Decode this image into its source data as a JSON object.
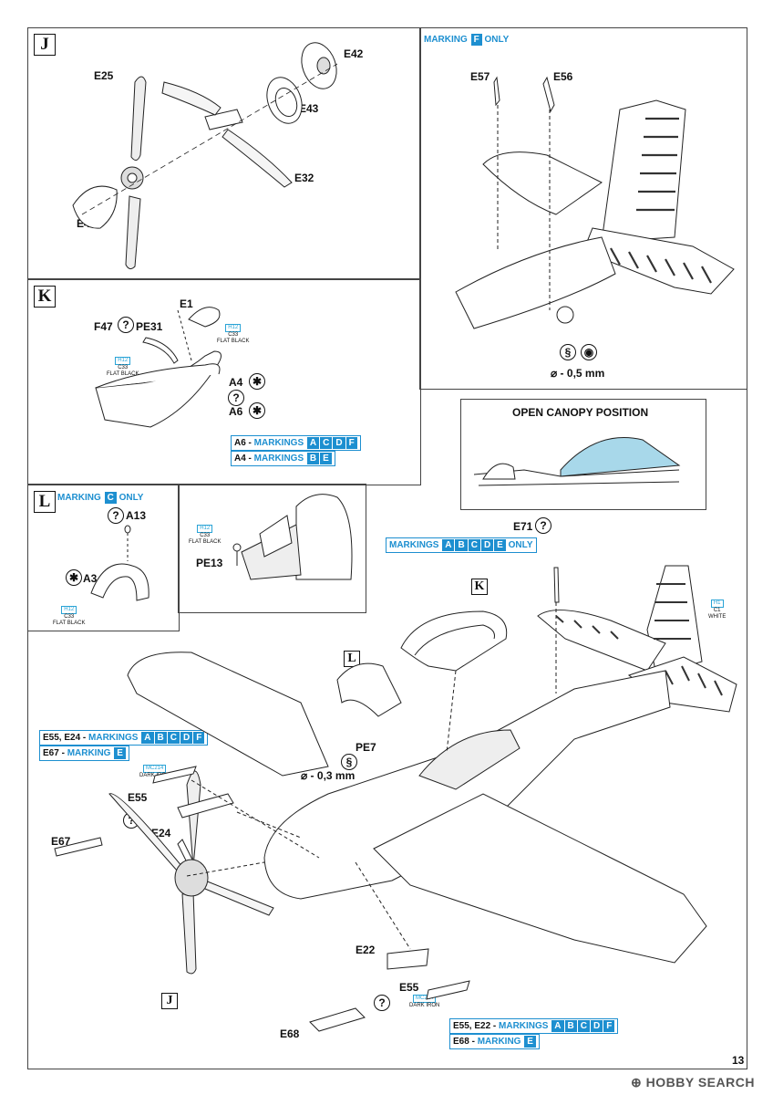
{
  "panel_j": {
    "step": "J",
    "parts": {
      "e42": "E42",
      "e25": "E25",
      "e43": "E43",
      "e32": "E32",
      "e45": "E45"
    }
  },
  "panel_f": {
    "marking_prefix": "MARKING",
    "marking_letter": "F",
    "marking_suffix": "ONLY",
    "parts": {
      "e57": "E57",
      "e56": "E56"
    },
    "drill": "⌀ - 0,5 mm"
  },
  "panel_k": {
    "step": "K",
    "parts": {
      "e1": "E1",
      "f47": "F47",
      "pe31": "PE31",
      "a4": "A4",
      "a6": "A6"
    },
    "paint1": {
      "code": "H12",
      "sub": "C33",
      "name": "FLAT BLACK"
    },
    "paint2": {
      "code": "H12",
      "sub": "C33",
      "name": "FLAT BLACK"
    },
    "note_a6": {
      "pre": "A6 - ",
      "text": "MARKINGS",
      "letters": [
        "A",
        "C",
        "D",
        "F"
      ]
    },
    "note_a4": {
      "pre": "A4 - ",
      "text": "MARKINGS",
      "letters": [
        "B",
        "E"
      ]
    }
  },
  "canopy": {
    "title": "OPEN CANOPY POSITION"
  },
  "panel_l": {
    "step": "L",
    "marking_prefix": "MARKING",
    "marking_letter": "C",
    "marking_suffix": "ONLY",
    "parts": {
      "a13": "A13",
      "a3": "A3"
    },
    "paint": {
      "code": "H12",
      "sub": "C33",
      "name": "FLAT BLACK"
    }
  },
  "panel_pe13": {
    "part": "PE13",
    "paint": {
      "code": "H12",
      "sub": "C33",
      "name": "FLAT BLACK"
    }
  },
  "main": {
    "e71": "E71",
    "markings_all": {
      "text": "MARKINGS",
      "letters": [
        "A",
        "B",
        "C",
        "D",
        "E"
      ],
      "suffix": "ONLY"
    },
    "step_k": "K",
    "step_l": "L",
    "step_j": "J",
    "tail_paint": {
      "code": "H1",
      "sub": "C1",
      "name": "WHITE"
    },
    "note1": {
      "pre": "E55, E24 - ",
      "text": "MARKINGS",
      "letters": [
        "A",
        "B",
        "C",
        "D",
        "F"
      ]
    },
    "note2": {
      "pre": "E67 - ",
      "text": "MARKING",
      "letters": [
        "E"
      ]
    },
    "paint_mc1": {
      "code": "MC214",
      "name": "DARK IRON"
    },
    "paint_mc2": {
      "code": "MC214",
      "name": "DARK IRON"
    },
    "parts": {
      "pe7": "PE7",
      "e55a": "E55",
      "e24": "E24",
      "e67": "E67",
      "e22": "E22",
      "e55b": "E55",
      "e68": "E68"
    },
    "drill": "⌀ - 0,3 mm",
    "note3": {
      "pre": "E55, E22 - ",
      "text": "MARKINGS",
      "letters": [
        "A",
        "B",
        "C",
        "D",
        "F"
      ]
    },
    "note4": {
      "pre": "E68 - ",
      "text": "MARKING",
      "letters": [
        "E"
      ]
    }
  },
  "page_number": "13",
  "watermark": "HOBBY SEARCH"
}
